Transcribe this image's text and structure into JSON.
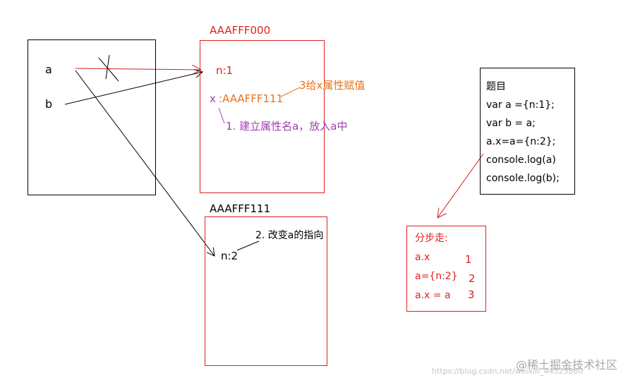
{
  "stack": {
    "var_a": "a",
    "var_b": "b"
  },
  "object1": {
    "address": "AAAFFF000",
    "prop_n": "n:1",
    "prop_x_name": "x",
    "prop_x_value": ":AAAFFF111",
    "note_assign": "3给x属性赋值",
    "note_create": "1. 建立属性名a，放入a中"
  },
  "object2": {
    "address": "AAAFFF111",
    "prop_n": "n:2",
    "note_change": "2. 改变a的指向"
  },
  "question": {
    "title": "题目",
    "lines": [
      "var a ={n:1};",
      "var b = a;",
      "a.x=a={n:2};",
      "console.log(a)",
      "console.log(b);"
    ]
  },
  "steps": {
    "title": "分步走:",
    "items": [
      {
        "expr": "a.x",
        "num": "1"
      },
      {
        "expr": "a={n:2}",
        "num": "2"
      },
      {
        "expr": "a.x = a",
        "num": "3"
      }
    ]
  },
  "watermark": {
    "site": "https://blog.csdn.net/weixin_44523860",
    "brand": "@稀土掘金技术社区"
  },
  "colors": {
    "black": "#000000",
    "red": "#e02020",
    "orange": "#e8731a",
    "purple": "#a040b0",
    "watermark": "#b0b0b0"
  }
}
